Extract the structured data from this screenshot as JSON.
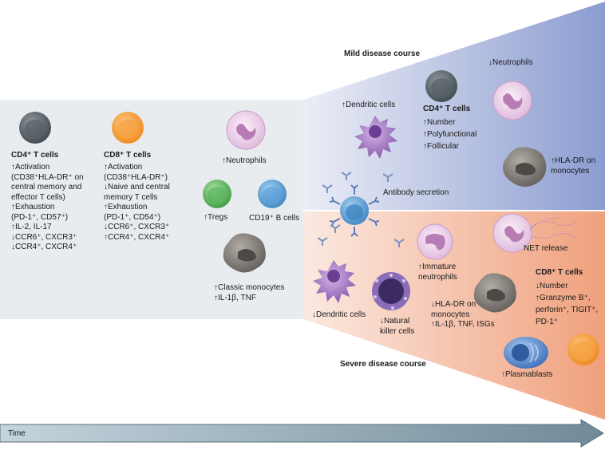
{
  "mild": {
    "title": "Mild disease course",
    "neutrophils": "↓Neutrophils",
    "dendritic": "↑Dendritic cells",
    "cd4_title": "CD4⁺ T cells",
    "cd4_lines": [
      "↑Number",
      "↑Polyfunctional",
      "↑Follicular"
    ],
    "hla_dr": [
      "↑HLA-DR on",
      "monocytes"
    ],
    "antibody": "Antibody secretion"
  },
  "early": {
    "cd4_title": "CD4⁺ T cells",
    "cd4_lines": [
      "↑Activation",
      "(CD38⁺HLA-DR⁺ on",
      "central memory and",
      "effector T cells)",
      "↑Exhaustion",
      "(PD-1⁺, CD57⁺)",
      "↑IL-2, IL-17",
      "↓CCR6⁺, CXCR3⁺",
      "↓CCR4⁺, CXCR4⁺"
    ],
    "cd8_title": "CD8⁺ T cells",
    "cd8_lines": [
      "↑Activation",
      "(CD38⁺HLA-DR⁺)",
      "↓Naive and central",
      "memory T cells",
      "↑Exhaustion",
      "(PD-1⁺, CD54⁺)",
      "↓CCR6⁺, CXCR3⁺",
      "↑CCR4⁺, CXCR4⁺"
    ],
    "neutrophils": "↑Neutrophils",
    "tregs": "↑Tregs",
    "bcells": "CD19⁺ B cells",
    "monocytes": [
      "↑Classic monocytes",
      "↑IL-1β, TNF"
    ]
  },
  "severe": {
    "title": "Severe disease course",
    "net": "NET release",
    "immature": [
      "↑Immature",
      "neutrophils"
    ],
    "dendritic": "↓Dendritic cells",
    "nk": [
      "↓Natural",
      "killer cells"
    ],
    "hla_dr": [
      "↓HLA-DR on",
      "monocytes",
      "↑IL-1β, TNF, ISGs"
    ],
    "cd8_title": "CD8⁺ T cells",
    "cd8_lines": [
      "↓Number",
      "↑Granzyme B⁺,",
      "perforin⁺, TIGIT⁺,",
      "PD-1⁺"
    ],
    "plasmablasts": "↑Plasmablasts"
  },
  "time_label": "Time",
  "colors": {
    "mild_band": "#8b9cd0",
    "severe_band": "#f0a07c",
    "early_panel": "#e9ecef",
    "time_arrow": "#6f8a99",
    "cd8_cell": "#f5a03d",
    "cd4_cell": "#5e6a70",
    "treg_cell": "#6cc06c",
    "bcell": "#6aaad8",
    "dendritic_cell": "#a77cc7",
    "neutrophil": "#e7c4e4",
    "monocyte": "#8a857f",
    "plasmablast": "#5d8fd0"
  }
}
